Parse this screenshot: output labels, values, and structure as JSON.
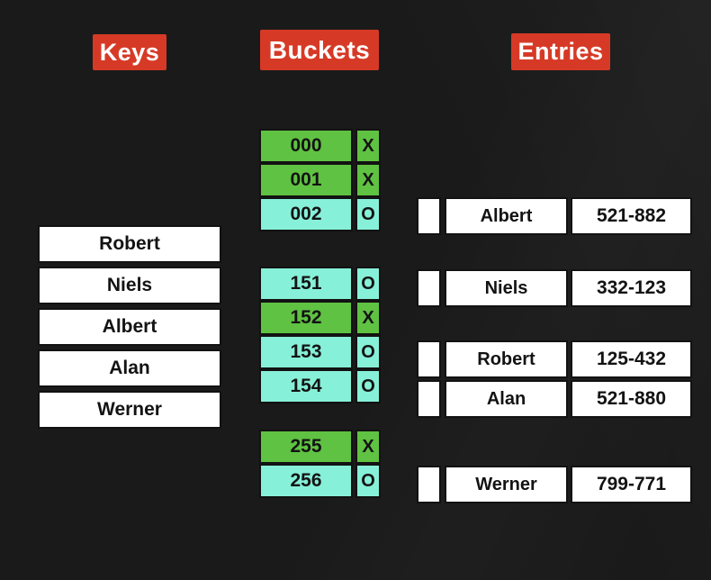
{
  "colors": {
    "background": "#1a1a1a",
    "header_red": "#d63a26",
    "header_text": "#ffffff",
    "bucket_occupied": "#5fc242",
    "bucket_free": "#87f0d8",
    "box_white": "#ffffff",
    "text_dark": "#131313"
  },
  "headers": {
    "keys": "Keys",
    "buckets": "Buckets",
    "entries": "Entries"
  },
  "keys": {
    "items": [
      "Robert",
      "Niels",
      "Albert",
      "Alan",
      "Werner"
    ]
  },
  "buckets": {
    "groups": [
      {
        "rows": [
          {
            "id": "000",
            "flag": "X"
          },
          {
            "id": "001",
            "flag": "X"
          },
          {
            "id": "002",
            "flag": "O"
          }
        ]
      },
      {
        "rows": [
          {
            "id": "151",
            "flag": "O"
          },
          {
            "id": "152",
            "flag": "X"
          },
          {
            "id": "153",
            "flag": "O"
          },
          {
            "id": "154",
            "flag": "O"
          }
        ]
      },
      {
        "rows": [
          {
            "id": "255",
            "flag": "X"
          },
          {
            "id": "256",
            "flag": "O"
          }
        ]
      }
    ]
  },
  "entries": {
    "items": [
      {
        "name": "Albert",
        "value": "521-882"
      },
      {
        "name": "Niels",
        "value": "332-123"
      },
      {
        "name": "Robert",
        "value": "125-432"
      },
      {
        "name": "Alan",
        "value": "521-880"
      },
      {
        "name": "Werner",
        "value": "799-771"
      }
    ]
  }
}
